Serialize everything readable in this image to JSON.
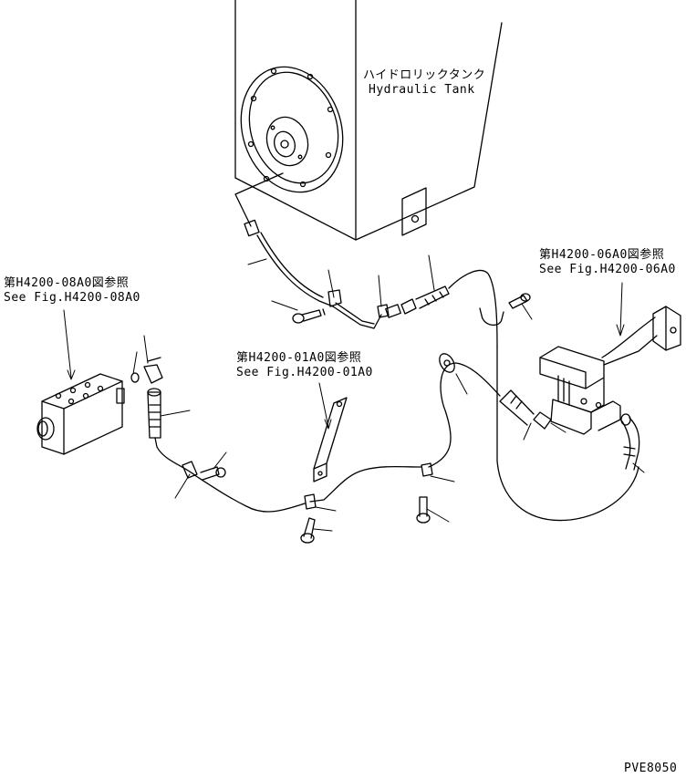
{
  "tank_label": {
    "jp": "ハイドロリックタンク",
    "en": "Hydraulic Tank"
  },
  "ref_left": {
    "jp": "第H4200-08A0図参照",
    "en": "See Fig.H4200-08A0"
  },
  "ref_center": {
    "jp": "第H4200-01A0図参照",
    "en": "See Fig.H4200-01A0"
  },
  "ref_right": {
    "jp": "第H4200-06A0図参照",
    "en": "See Fig.H4200-06A0"
  },
  "drawing_code": "PVE8050",
  "colors": {
    "line": "#000000",
    "background": "#ffffff"
  }
}
